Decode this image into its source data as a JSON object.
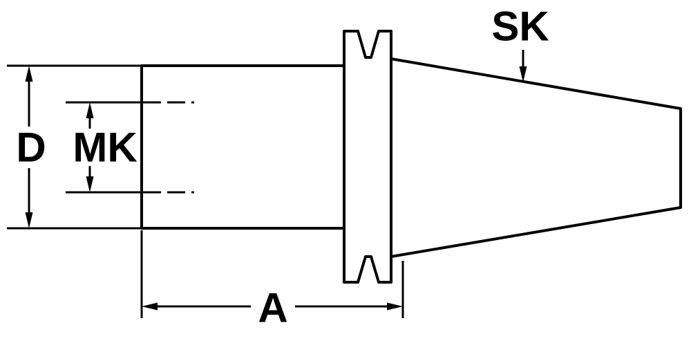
{
  "diagram": {
    "type": "technical-drawing",
    "subject": "tool-holder-taper-shank",
    "background_color": "#ffffff",
    "line_color": "#000000",
    "labels": {
      "diameter": "D",
      "morse_taper": "MK",
      "length": "A",
      "steep_taper": "SK"
    }
  }
}
